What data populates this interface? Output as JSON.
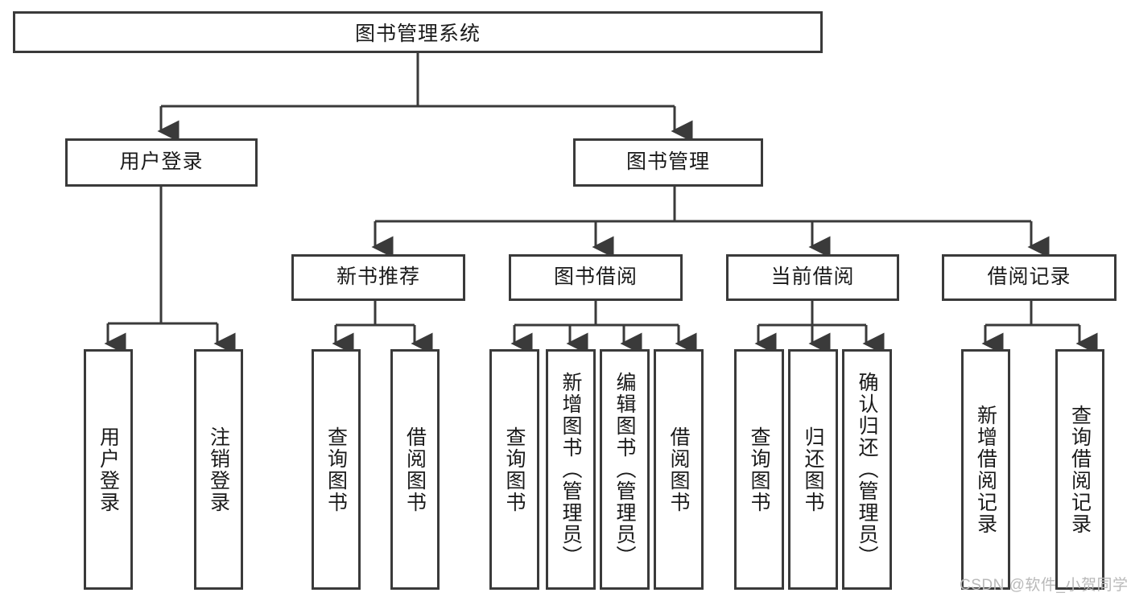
{
  "diagram": {
    "title": "图书管理系统",
    "type": "tree-hierarchy-chart",
    "watermark": "CSDN @软件_小贺同学",
    "colors": {
      "border": "#3a3a3a",
      "background": "#ffffff",
      "text": "#1a1a1a",
      "watermark": "#b9b9b9"
    },
    "root": {
      "label": "图书管理系统"
    },
    "level1": [
      {
        "label": "用户登录"
      },
      {
        "label": "图书管理"
      }
    ],
    "level2": [
      {
        "label": "新书推荐"
      },
      {
        "label": "图书借阅"
      },
      {
        "label": "当前借阅"
      },
      {
        "label": "借阅记录"
      }
    ],
    "leaves": {
      "user_login": [
        {
          "label": "用户登录"
        },
        {
          "label": "注销登录"
        }
      ],
      "new_book_recommend": [
        {
          "label": "查询图书"
        },
        {
          "label": "借阅图书"
        }
      ],
      "book_borrow": [
        {
          "label": "查询图书"
        },
        {
          "label": "新增图书（管理员）"
        },
        {
          "label": "编辑图书（管理员）"
        },
        {
          "label": "借阅图书"
        }
      ],
      "current_borrow": [
        {
          "label": "查询图书"
        },
        {
          "label": "归还图书"
        },
        {
          "label": "确认归还（管理员）"
        }
      ],
      "borrow_record": [
        {
          "label": "新增借阅记录"
        },
        {
          "label": "查询借阅记录"
        }
      ]
    }
  }
}
